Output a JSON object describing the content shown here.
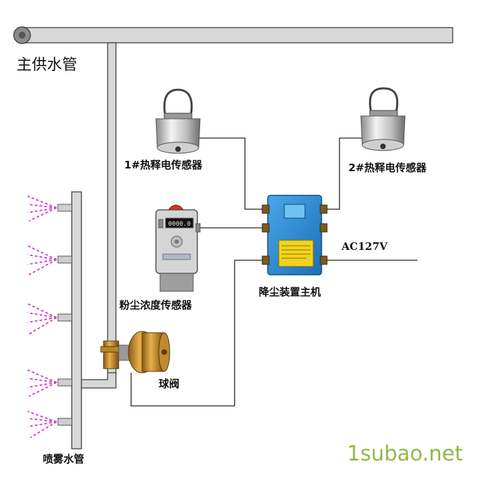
{
  "labels": {
    "main_pipe": "主供水管",
    "sensor1": "1#热释电传感器",
    "sensor2": "2#热释电传感器",
    "dust_sensor": "粉尘浓度传感器",
    "host": "降尘装置主机",
    "power": "AC127V",
    "valve": "球阀",
    "spray_pipe": "喷雾水管",
    "watermark": "1subao.net"
  },
  "dust_display": "0000.0",
  "colors": {
    "pipe_fill": "#d8d8d8",
    "pipe_stroke": "#555555",
    "host_blue": "#2a8ad6",
    "host_yellow": "#f3d21c",
    "spray_magenta": "#d040c8",
    "wire": "#222222",
    "watermark": "#8fb94a"
  }
}
